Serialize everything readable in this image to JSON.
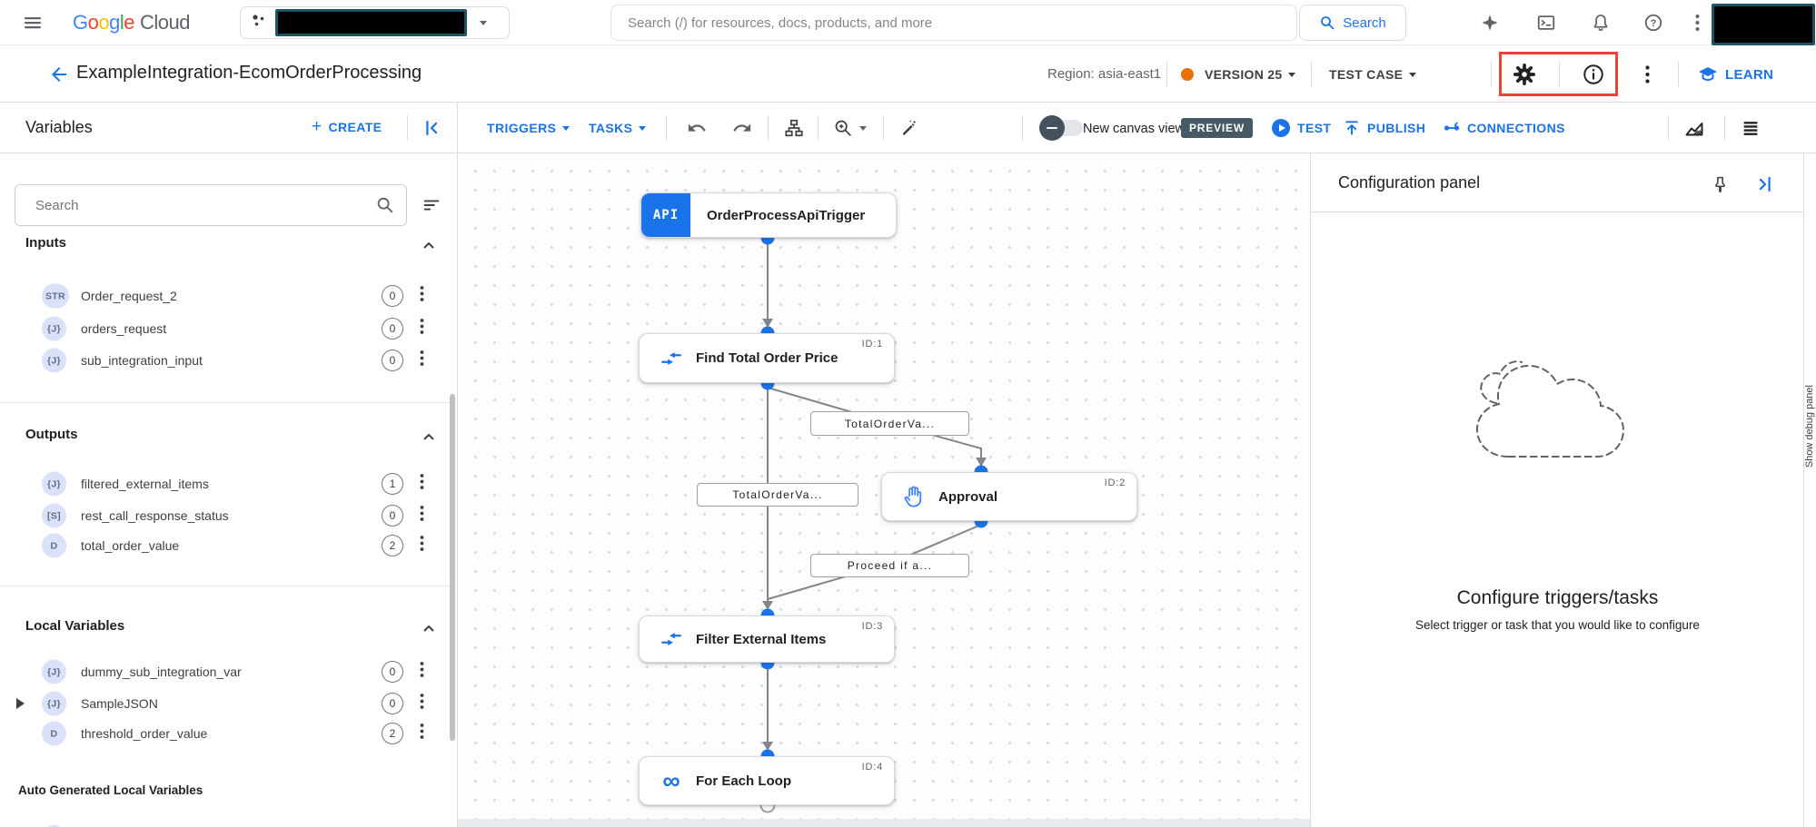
{
  "topbar": {
    "logo_google": "Google",
    "logo_cloud": "Cloud",
    "search_placeholder": "Search (/) for resources, docs, products, and more",
    "search_button_label": "Search"
  },
  "titlebar": {
    "title": "ExampleIntegration-EcomOrderProcessing",
    "region_label": "Region: asia-east1",
    "version_label": "VERSION 25",
    "test_case_label": "TEST CASE",
    "learn_label": "LEARN"
  },
  "panel_header": {
    "title": "Variables",
    "create_label": "CREATE"
  },
  "canvas_toolbar": {
    "triggers_label": "TRIGGERS",
    "tasks_label": "TASKS",
    "new_canvas_view_label": "New canvas view",
    "preview_badge": "PREVIEW",
    "test_label": "TEST",
    "publish_label": "PUBLISH",
    "connections_label": "CONNECTIONS"
  },
  "sidebar": {
    "search_placeholder": "Search",
    "sections": [
      {
        "title": "Inputs",
        "items": [
          {
            "type": "STR",
            "name": "Order_request_2",
            "count": "0"
          },
          {
            "type": "{J}",
            "name": "orders_request",
            "count": "0"
          },
          {
            "type": "{J}",
            "name": "sub_integration_input",
            "count": "0"
          }
        ]
      },
      {
        "title": "Outputs",
        "items": [
          {
            "type": "{J}",
            "name": "filtered_external_items",
            "count": "1"
          },
          {
            "type": "[S]",
            "name": "rest_call_response_status",
            "count": "0"
          },
          {
            "type": "D",
            "name": "total_order_value",
            "count": "2"
          }
        ]
      },
      {
        "title": "Local Variables",
        "items": [
          {
            "type": "{J}",
            "name": "dummy_sub_integration_var",
            "count": "0"
          },
          {
            "type": "{J}",
            "name": "SampleJSON",
            "count": "0"
          },
          {
            "type": "D",
            "name": "threshold_order_value",
            "count": "2"
          }
        ]
      }
    ],
    "auto_generated_header": "Auto Generated Local Variables"
  },
  "canvas": {
    "nodes": [
      {
        "badge": "API",
        "title": "OrderProcessApiTrigger",
        "id_label": ""
      },
      {
        "title": "Find Total Order Price",
        "id_label": "ID:1"
      },
      {
        "title": "Approval",
        "id_label": "ID:2"
      },
      {
        "title": "Filter External Items",
        "id_label": "ID:3"
      },
      {
        "title": "For Each Loop",
        "id_label": "ID:4"
      }
    ],
    "edge_labels": [
      {
        "text": "TotalOrderVa..."
      },
      {
        "text": "TotalOrderVa..."
      },
      {
        "text": "Proceed if a..."
      }
    ]
  },
  "config_panel": {
    "title": "Configuration panel",
    "heading": "Configure triggers/tasks",
    "subtitle": "Select trigger or task that you would like to configure"
  },
  "debug_strip": {
    "label": "Show debug panel"
  },
  "colors": {
    "accent": "#1a73e8",
    "version_dot": "#e8710a",
    "highlight_red": "#ea4335",
    "preview_badge_bg": "#455a64",
    "node_badge_blue": "#1a73e8"
  }
}
